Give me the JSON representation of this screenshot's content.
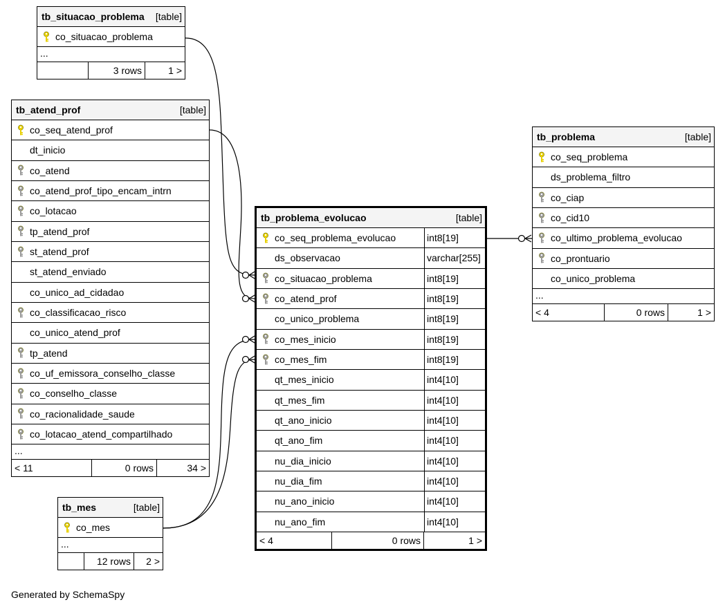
{
  "tables": {
    "tb_situacao_problema": {
      "name": "tb_situacao_problema",
      "tag": "[table]",
      "columns": [
        {
          "name": "co_situacao_problema",
          "key": "pk"
        }
      ],
      "ellipsis": "...",
      "footer": {
        "left": "",
        "rows": "3 rows",
        "right": "1 >"
      }
    },
    "tb_atend_prof": {
      "name": "tb_atend_prof",
      "tag": "[table]",
      "columns": [
        {
          "name": "co_seq_atend_prof",
          "key": "pk"
        },
        {
          "name": "dt_inicio",
          "key": ""
        },
        {
          "name": "co_atend",
          "key": "fk"
        },
        {
          "name": "co_atend_prof_tipo_encam_intrn",
          "key": "fk"
        },
        {
          "name": "co_lotacao",
          "key": "fk"
        },
        {
          "name": "tp_atend_prof",
          "key": "fk"
        },
        {
          "name": "st_atend_prof",
          "key": "fk"
        },
        {
          "name": "st_atend_enviado",
          "key": ""
        },
        {
          "name": "co_unico_ad_cidadao",
          "key": ""
        },
        {
          "name": "co_classificacao_risco",
          "key": "fk"
        },
        {
          "name": "co_unico_atend_prof",
          "key": ""
        },
        {
          "name": "tp_atend",
          "key": "fk"
        },
        {
          "name": "co_uf_emissora_conselho_classe",
          "key": "fk"
        },
        {
          "name": "co_conselho_classe",
          "key": "fk"
        },
        {
          "name": "co_racionalidade_saude",
          "key": "fk"
        },
        {
          "name": "co_lotacao_atend_compartilhado",
          "key": "fk"
        }
      ],
      "ellipsis": "...",
      "footer": {
        "left": "< 11",
        "rows": "0 rows",
        "right": "34 >"
      }
    },
    "tb_mes": {
      "name": "tb_mes",
      "tag": "[table]",
      "columns": [
        {
          "name": "co_mes",
          "key": "pk"
        }
      ],
      "ellipsis": "...",
      "footer": {
        "left": "",
        "rows": "12 rows",
        "right": "2 >"
      }
    },
    "tb_problema_evolucao": {
      "name": "tb_problema_evolucao",
      "tag": "[table]",
      "columns": [
        {
          "name": "co_seq_problema_evolucao",
          "key": "pk",
          "type": "int8[19]"
        },
        {
          "name": "ds_observacao",
          "key": "",
          "type": "varchar[255]"
        },
        {
          "name": "co_situacao_problema",
          "key": "fk",
          "type": "int8[19]"
        },
        {
          "name": "co_atend_prof",
          "key": "fk",
          "type": "int8[19]"
        },
        {
          "name": "co_unico_problema",
          "key": "",
          "type": "int8[19]"
        },
        {
          "name": "co_mes_inicio",
          "key": "fk",
          "type": "int8[19]"
        },
        {
          "name": "co_mes_fim",
          "key": "fk",
          "type": "int8[19]"
        },
        {
          "name": "qt_mes_inicio",
          "key": "",
          "type": "int4[10]"
        },
        {
          "name": "qt_mes_fim",
          "key": "",
          "type": "int4[10]"
        },
        {
          "name": "qt_ano_inicio",
          "key": "",
          "type": "int4[10]"
        },
        {
          "name": "qt_ano_fim",
          "key": "",
          "type": "int4[10]"
        },
        {
          "name": "nu_dia_inicio",
          "key": "",
          "type": "int4[10]"
        },
        {
          "name": "nu_dia_fim",
          "key": "",
          "type": "int4[10]"
        },
        {
          "name": "nu_ano_inicio",
          "key": "",
          "type": "int4[10]"
        },
        {
          "name": "nu_ano_fim",
          "key": "",
          "type": "int4[10]"
        }
      ],
      "footer": {
        "left": "< 4",
        "rows": "0 rows",
        "right": "1 >"
      }
    },
    "tb_problema": {
      "name": "tb_problema",
      "tag": "[table]",
      "columns": [
        {
          "name": "co_seq_problema",
          "key": "pk"
        },
        {
          "name": "ds_problema_filtro",
          "key": ""
        },
        {
          "name": "co_ciap",
          "key": "fk"
        },
        {
          "name": "co_cid10",
          "key": "fk"
        },
        {
          "name": "co_ultimo_problema_evolucao",
          "key": "fk"
        },
        {
          "name": "co_prontuario",
          "key": "fk"
        },
        {
          "name": "co_unico_problema",
          "key": ""
        }
      ],
      "ellipsis": "...",
      "footer": {
        "left": "< 4",
        "rows": "0 rows",
        "right": "1 >"
      }
    }
  },
  "generated_by": "Generated by SchemaSpy",
  "colors": {
    "pk_key": "#e8d000",
    "fk_key": "#9a9a9a",
    "header_bg": "#f4f4f4"
  }
}
